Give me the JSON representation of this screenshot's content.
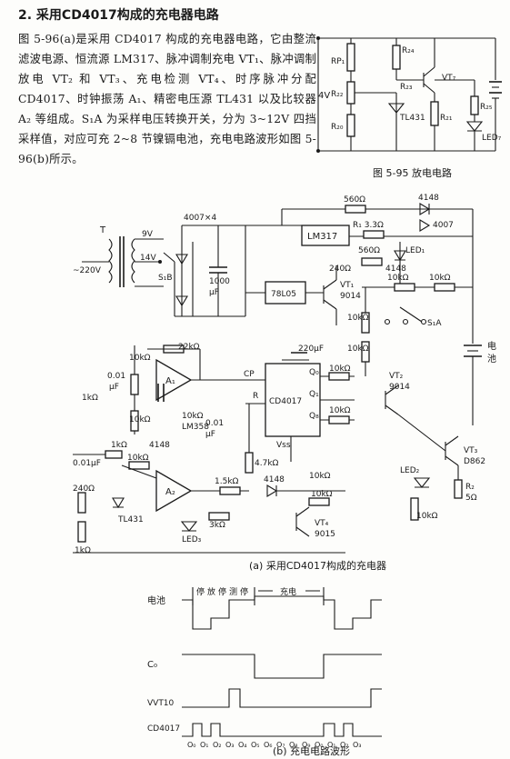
{
  "section_heading": "2. 采用CD4017构成的充电器电路",
  "paragraph": "图 5-96(a)是采用 CD4017 构成的充电器电路，它由整流滤波电源、恒流源 LM317、脉冲调制充电 VT₁、脉冲调制放电 VT₂ 和 VT₃、充电检测 VT₄、时序脉冲分配 CD4017、时钟振荡 A₁、精密电压源 TL431 以及比较器 A₂ 等组成。S₁A 为采样电压转换开关，分为 3~12V 四挡采样值，对应可充 2~8 节镍镉电池，充电电路波形如图 5-96(b)所示。",
  "fig95": {
    "caption": "图 5-95  放电电路",
    "labels": {
      "supply": "4V",
      "rp": "RP₁",
      "r22": "R₂₂",
      "r20": "R₂₀",
      "r21": "R₂₁",
      "r23": "R₂₃",
      "r24": "R₂₄",
      "r25": "R₂₅",
      "ledz": "LED₇",
      "vt": "VT₇",
      "tl": "TL431"
    }
  },
  "fig96a": {
    "caption": "(a) 采用CD4017构成的充电器",
    "labels": {
      "t": "T",
      "v220": "~220V",
      "v9": "9V",
      "v14": "14V",
      "s1b": "S₁B",
      "bridge": "4007×4",
      "c1000": "1000",
      "uf": "μF",
      "r560a": "560Ω",
      "d4148a": "4148",
      "r1": "R₁ 3.3Ω",
      "d4007": "4007",
      "lm317": "LM317",
      "r560b": "560Ω",
      "led1": "LED₁",
      "r240": "240Ω",
      "d4148b": "4148",
      "reg": "78L05",
      "vt1": "VT₁",
      "q9014a": "9014",
      "r10ka": "10kΩ",
      "r10kb": "10kΩ",
      "s1a": "S₁A",
      "r10kc": "10kΩ",
      "r10kd": "10kΩ",
      "bat": "电",
      "bat2": "池",
      "r10ke": "10kΩ",
      "r22k": "22kΩ",
      "c220": "220μF",
      "c001a": "0.01",
      "c001a2": "μF",
      "r1ka": "1kΩ",
      "a1": "A₁",
      "cp": "CP",
      "q0": "Q₀",
      "r10kf": "10kΩ",
      "vt2": "VT₂",
      "q9014b": "9014",
      "r10kg": "10kΩ",
      "r10kh": "10kΩ",
      "rr": "R",
      "cd4017": "CD4017",
      "q1": "Q₁",
      "q8": "Q₈",
      "r10ki": "10kΩ",
      "lm358": "LM358",
      "c001b": "0.01",
      "c001b2": "μF",
      "vss": "Vss",
      "vt3": "VT₃",
      "d862": "D862",
      "r1kb": "1kΩ",
      "d4148c": "4148",
      "c001c": "0.01μF",
      "r10kj": "10kΩ",
      "r47k": "4.7kΩ",
      "r10kk": "10kΩ",
      "a2": "A₂",
      "r240b": "240Ω",
      "r15k": "1.5kΩ",
      "d4148d": "4148",
      "r10kl": "10kΩ",
      "led2": "LED₂",
      "r2": "R₂",
      "r5": "5Ω",
      "tl431": "TL431",
      "r3k": "3kΩ",
      "vt4": "VT₄",
      "q9015": "9015",
      "led3": "LED₃",
      "r1kc": "1kΩ",
      "r10km": "10kΩ"
    }
  },
  "fig96b": {
    "caption": "(b) 充电电路波形",
    "battery_label": "电池",
    "phase_labels": [
      "停",
      "放",
      "停",
      "测",
      "停",
      "充电"
    ],
    "c0_label": "C₀",
    "vvt_label": "VVT10",
    "cd_label": "CD4017",
    "q_labels": [
      "Q₀",
      "Q₁",
      "Q₂",
      "Q₃",
      "Q₄",
      "Q₅",
      "Q₆",
      "Q₇",
      "Q₈",
      "Q₉",
      "Q₀",
      "Q₁",
      "Q₂",
      "Q₃"
    ]
  }
}
